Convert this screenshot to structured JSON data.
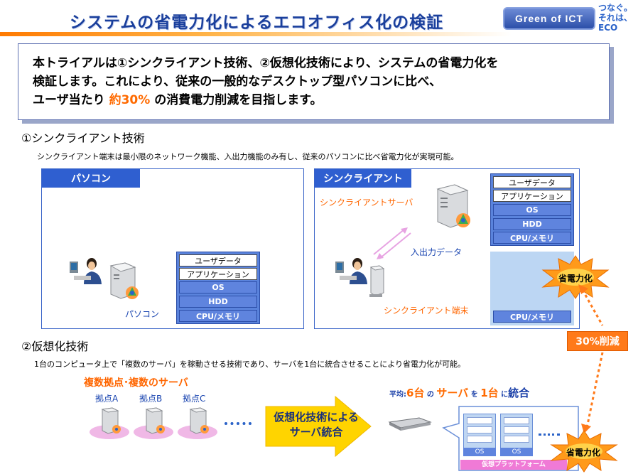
{
  "header": {
    "title": "システムの省電力化によるエコオフィス化の検証",
    "badge": "Green of ICT",
    "logo": "つなぐ。\nそれは、\nECO"
  },
  "intro": {
    "line1": "本トライアルは①シンクライアント技術、②仮想化技術により、システムの省電力化を",
    "line2": "検証します。これにより、従来の一般的なデスクトップ型パソコンに比べ、",
    "line3_pre": "ユーザ当たり ",
    "line3_accent": "約30%",
    "line3_post": " の消費電力削減を目指します。"
  },
  "section1": {
    "heading": "①シンクライアント技術",
    "description": "シンクライアント端末は最小限のネットワーク機能、入出力機能のみ有し、従来のパソコンに比べ省電力化が実現可能。",
    "pc_panel": {
      "tag": "パソコン",
      "device_label": "パソコン",
      "stack": [
        "ユーザデータ",
        "アプリケーション",
        "OS",
        "HDD",
        "CPU/メモリ"
      ]
    },
    "tc_panel": {
      "tag": "シンクライアント",
      "server_label": "シンクライアントサーバ",
      "io_label": "入出力データ",
      "terminal_label": "シンクライアント端末",
      "server_stack": [
        "ユーザデータ",
        "アプリケーション",
        "OS",
        "HDD",
        "CPU/メモリ"
      ],
      "terminal_stack": [
        "CPU/メモリ"
      ]
    },
    "saving_label": "省電力化"
  },
  "reduction": "30%削減",
  "section2": {
    "heading": "②仮想化技術",
    "description": "1台のコンピュータ上で「複数のサーバ」を稼動させる技術であり、サーバを1台に統合させることにより省電力化が可能。",
    "multi_title": "複数拠点･複数のサーバ",
    "sites": [
      "拠点A",
      "拠点B",
      "拠点C"
    ],
    "arrow_line1": "仮想化技術による",
    "arrow_line2": "サーバ統合",
    "callout": {
      "prefix": "平均:",
      "n1": "6台",
      "p1": " の ",
      "word": "サーバ",
      "p2": " を ",
      "n2": "1台",
      "p3": " に",
      "tail": "統合"
    },
    "vm_os": [
      "OS",
      "OS"
    ],
    "platform": "仮想プラットフォーム",
    "saving_label": "省電力化"
  },
  "colors": {
    "title_blue": "#1a3f9c",
    "panel_blue": "#2f5fd0",
    "accent_orange": "#ff6a00"
  }
}
